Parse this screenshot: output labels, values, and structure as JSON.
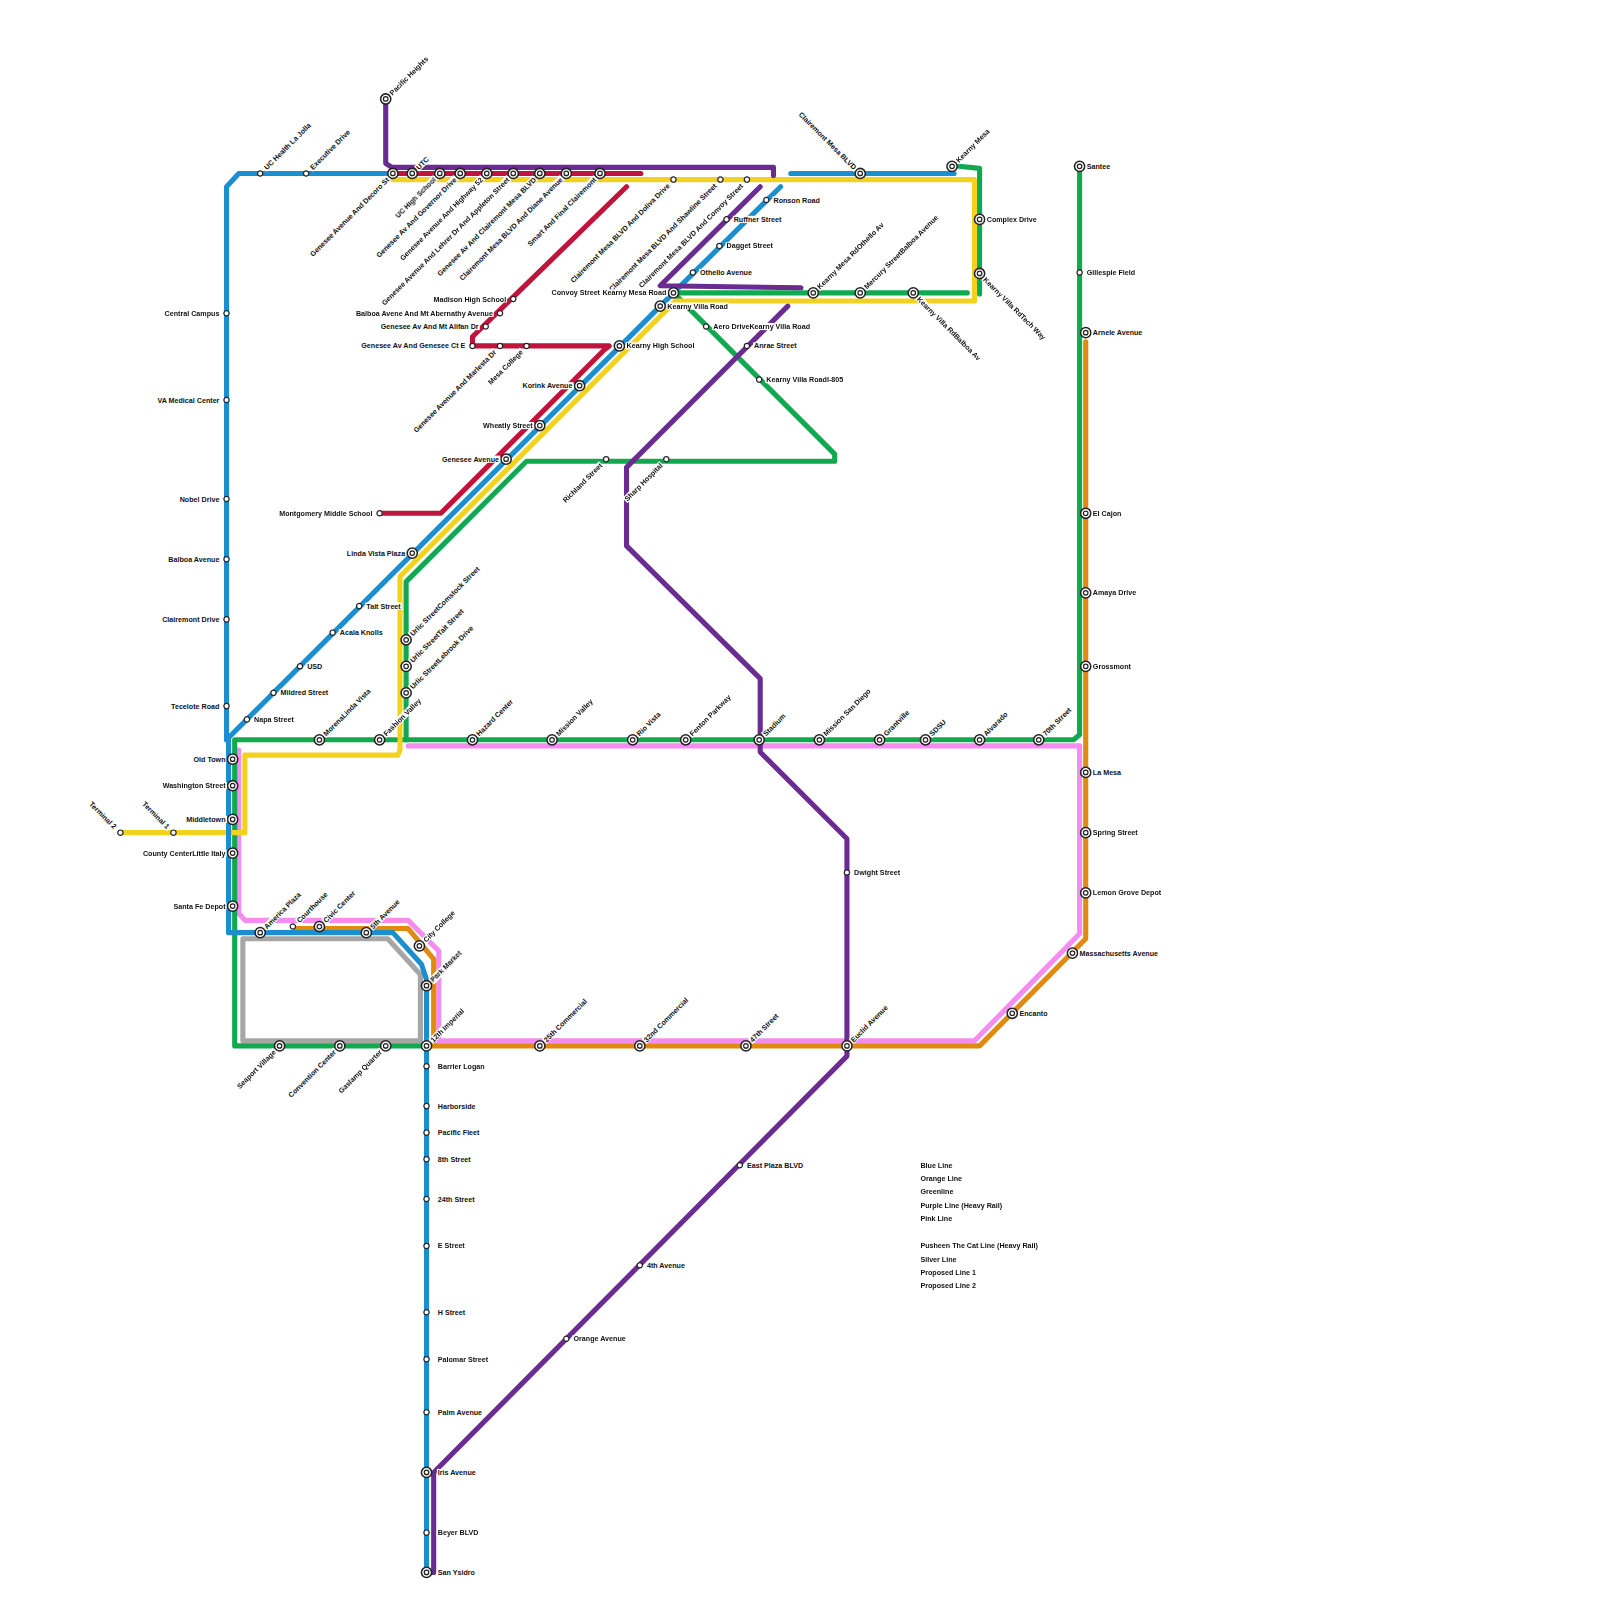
{
  "diagram": {
    "labels": [
      "Pacific Heights",
      "UC Health La Jolla",
      "Executive Drive",
      "UTC",
      "Genesee Avenue And Decoro St",
      "UC High School",
      "Genesee Av And Governor Drive",
      "Genesee Avenue And Highway 52",
      "Genesee Avenue And Lehrer Dr And Appleton Street",
      "Genesee Av And Clairemont Mesa BLVD",
      "Clairemont Mesa BLVD And Diane Avenue",
      "Smart And Final Clairemont",
      "Clairemont Mesa BLVD And Doliva Drive",
      "Clairemont Mesa BLVD And Shawline Street",
      "Clairemont Mesa BLVD And Convoy Street",
      "Clairemont Mesa BLVD",
      "Kearny Mesa",
      "Ronson Road",
      "Ruffner Street",
      "Dagget Street",
      "Othello Avenue",
      "Complex Drive",
      "Kearny Villa RdTech Way",
      "Santee",
      "Gillespie Field",
      "Arnele Avenue",
      "Madison High School",
      "Balboa Avene And Mt Abernathy Avenue",
      "Genesee Av And Mt Alifan Dr",
      "Genesee Av And Genesee Ct E",
      "Genesee Avenue And Marlesta Dr",
      "Mesa College",
      "Convoy Street",
      "Kearny Mesa Road",
      "Kearny Villa Road",
      "Kearny Mesa RdOthello Av",
      "Mercury StreetBalboa Avenue",
      "Kearny Villa RdBalboa Av",
      "Aero DriveKearny Villa Road",
      "Anrae Street",
      "Kearny Villa RoadI-805",
      "Kearny High School",
      "Korink Avenue",
      "Wheatly Street",
      "Genesee Avenue",
      "Richland Street",
      "Sharp Hospital",
      "Montgomery Middle School",
      "Linda Vista Plaza",
      "Tait Street",
      "Acala Knolls",
      "USD",
      "Mildred Street",
      "Napa Street",
      "Urlic StreetComstock Street",
      "Urlic StreetTait Street",
      "Urlic StreetLebrook Drive",
      "Central Campus",
      "VA Medical Center",
      "Nobel Drive",
      "Balboa Avenue",
      "Clairemont Drive",
      "Tecelote Road",
      "MorenaLinda Vista",
      "Fashion Valley",
      "Hazard Center",
      "Mission Valley",
      "Rio Vista",
      "Fenton Parkway",
      "Stadium",
      "Mission San Diego",
      "Grantville",
      "SDSU",
      "Alvarado",
      "70th Street",
      "El Cajon",
      "Amaya Drive",
      "Grossmont",
      "La Mesa",
      "Spring Street",
      "Lemon Grove Depot",
      "Massachusetts Avenue",
      "Encanto",
      "Old Town",
      "Washington Street",
      "Middletown",
      "County CenterLittle Italy",
      "Santa Fe Depot",
      "Terminal 2",
      "Terminal 1",
      "America Plaza",
      "Courthouse",
      "Civic Center",
      "5th Avenue",
      "City College",
      "Park  Market",
      "12th  Imperial",
      "25th  Commercial",
      "32nd  Commercial",
      "47th Street",
      "Euclid Avenue",
      "Dwight Street",
      "Seaport Village",
      "Convention Center",
      "Gaslamp Quarter",
      "Barrier Logan",
      "Harborside",
      "Pacific Fleet",
      "8th Street",
      "24th Street",
      "E Street",
      "H Street",
      "Palomar Street",
      "Palm Avenue",
      "Iris Avenue",
      "Beyer BLVD",
      "San Ysidro",
      "East Plaza BLVD",
      "4th Avenue",
      "Orange Avenue"
    ],
    "legend": [
      {
        "text": "Blue Line",
        "color": "#1b8ed0"
      },
      {
        "text": "Orange Line",
        "color": "#e08a10"
      },
      {
        "text": "Greenline",
        "color": "#10a94f"
      },
      {
        "text": "Purple Line (Heavy Rail)",
        "color": "#6a2c91"
      },
      {
        "text": "Pink Line",
        "color": "#f58cf0"
      },
      {
        "text": "Pusheen The Cat Line (Heavy Rail)",
        "color": "#cccccc"
      },
      {
        "text": "Silver Line",
        "color": "#999999"
      },
      {
        "text": "Proposed Line 1",
        "color": "#c0143c"
      },
      {
        "text": "Proposed Line 2",
        "color": "#f2d21e"
      }
    ]
  }
}
